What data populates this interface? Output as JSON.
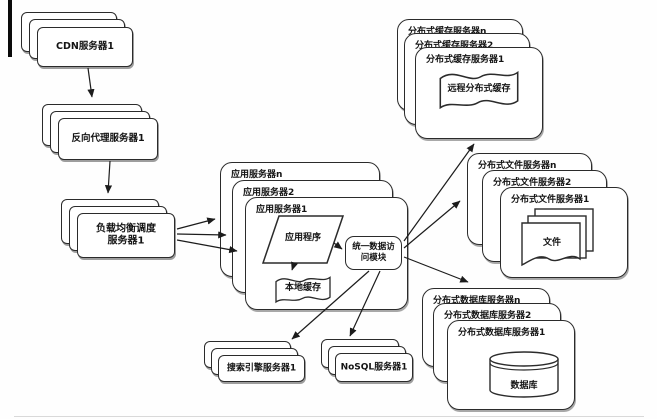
{
  "nodes": {
    "cdn": {
      "label": "CDN服务器1"
    },
    "reverse_proxy": {
      "label": "反向代理服务器1"
    },
    "load_balancer": {
      "label": "负载均衡调度服务器1"
    },
    "app_servers": {
      "layers": [
        "应用服务器n",
        "应用服务器2",
        "应用服务器1"
      ],
      "application": "应用程序",
      "local_cache": "本地缓存",
      "data_access_module": "统一数据访问模块"
    },
    "cache_servers": {
      "layers": [
        "分布式缓存服务器n",
        "分布式缓存服务器2",
        "分布式缓存服务器1"
      ],
      "inner": "远程分布式缓存"
    },
    "file_servers": {
      "layers": [
        "分布式文件服务器n",
        "分布式文件服务器2",
        "分布式文件服务器1"
      ],
      "inner": "文件"
    },
    "db_servers": {
      "layers": [
        "分布式数据库服务器n",
        "分布式数据库服务器2",
        "分布式数据库服务器1"
      ],
      "inner": "数据库"
    },
    "search_servers": {
      "label": "搜索引擎服务器1"
    },
    "nosql_servers": {
      "label": "NoSQL服务器1"
    }
  },
  "colors": {
    "line": "#1c1c1c",
    "box_border": "#2b2b2b",
    "box_bg": "#ffffff",
    "canvas_bg": "#fefefe"
  }
}
